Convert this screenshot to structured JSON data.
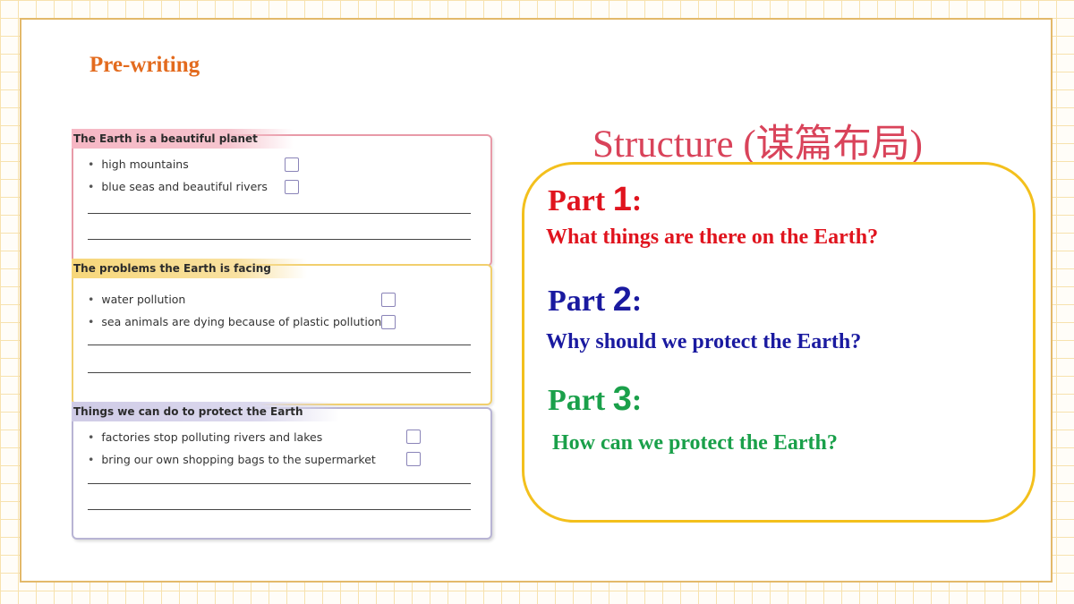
{
  "heading": "Pre-writing",
  "cards": [
    {
      "title": "The Earth is a beautiful planet",
      "items": [
        "high mountains",
        "blue seas and beautiful rivers"
      ]
    },
    {
      "title": "The problems the Earth is facing",
      "items": [
        "water pollution",
        "sea animals are dying because of plastic pollution"
      ]
    },
    {
      "title": "Things we can do to protect the Earth",
      "items": [
        "factories stop polluting rivers and lakes",
        "bring our own shopping bags to the supermarket"
      ]
    }
  ],
  "structure": {
    "title": "Structure (谋篇布局)",
    "parts": [
      {
        "word": "Part ",
        "number": "1",
        "colon": ":",
        "question": "What things are there on the Earth?",
        "color": "#e0141e"
      },
      {
        "word": "Part ",
        "number": "2",
        "colon": ":",
        "question": "Why should we protect the Earth?",
        "color": "#1a1aa0"
      },
      {
        "word": "Part ",
        "number": "3",
        "colon": ":",
        "question": "How can we protect the Earth?",
        "color": "#1aa04a"
      }
    ]
  },
  "colors": {
    "heading": "#e36b1e",
    "structure_title": "#d9435a",
    "box_border": "#f3c01d",
    "frame_border": "#e3b96a"
  }
}
